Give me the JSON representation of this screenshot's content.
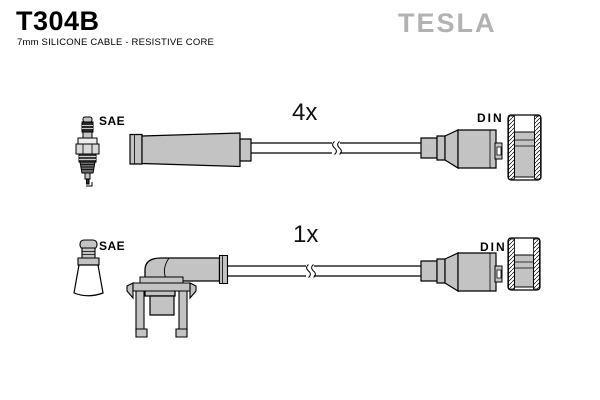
{
  "header": {
    "part_number": "T304B",
    "subtitle": "7mm SILICONE CABLE - RESISTIVE CORE",
    "brand": "TESLA"
  },
  "rows": [
    {
      "quantity": "4x",
      "plug_end_standard": "SAE",
      "coil_end_standard": "DIN",
      "left_icon": "spark-plug-icon",
      "left_terminal": "straight-boot",
      "cable": "7mm-cable-with-break-symbol",
      "right_terminal": "din-connector-boot",
      "right_icon": "din-terminal-cap-icon"
    },
    {
      "quantity": "1x",
      "plug_end_standard": "SAE",
      "coil_end_standard": "DIN",
      "left_icon": "spark-plug-boot-icon",
      "left_terminal": "angled-boot-with-clip",
      "cable": "7mm-cable-with-break-symbol",
      "right_terminal": "din-connector-boot",
      "right_icon": "din-terminal-cap-icon"
    }
  ],
  "colors": {
    "part_fill": "#c3c3c3",
    "outline": "#000000",
    "brand_gray": "#b2b2b2"
  }
}
